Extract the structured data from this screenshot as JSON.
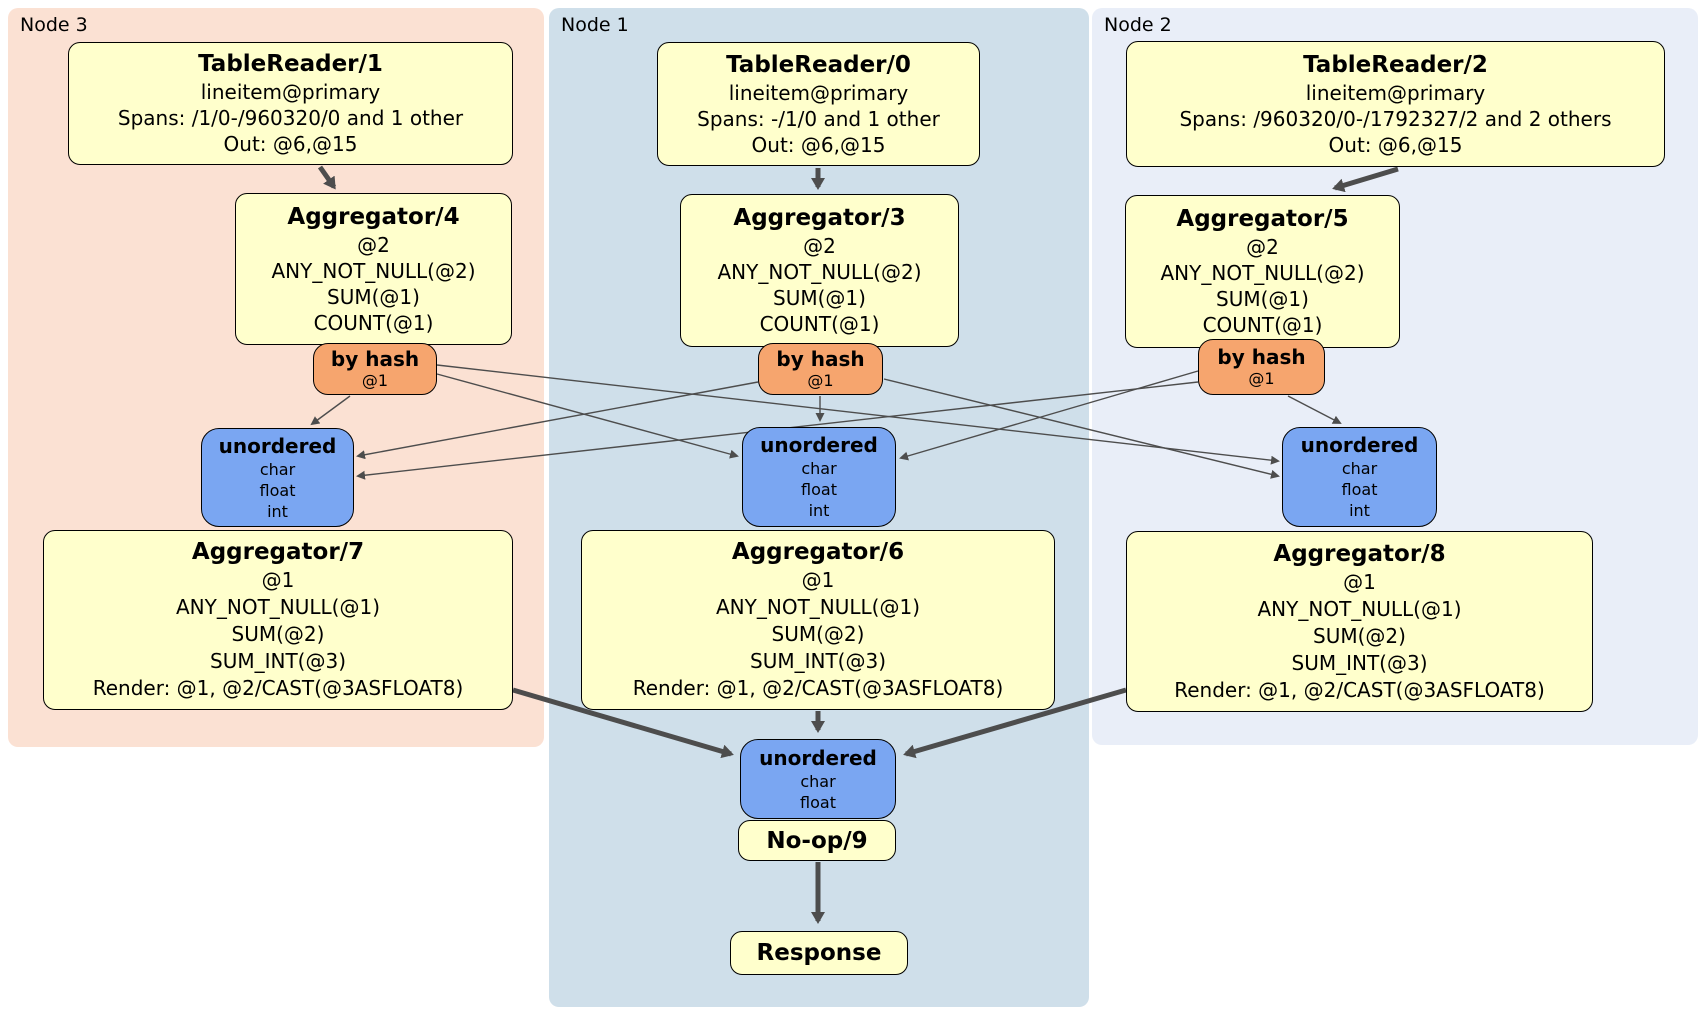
{
  "colors": {
    "processor_fill": "#ffffcc",
    "router_fill": "#f6a56e",
    "sync_fill": "#7aa6f2",
    "region_node3_fill": "#fbe1d3",
    "region_node1_fill": "#cfdfea",
    "region_node2_fill": "#e9eef8",
    "edge_color": "#4d4d4d",
    "border_color": "#000000"
  },
  "regions": {
    "node3": {
      "label": "Node 3"
    },
    "node1": {
      "label": "Node 1"
    },
    "node2": {
      "label": "Node 2"
    }
  },
  "processors": {
    "tr1": {
      "title": "TableReader/1",
      "index": "lineitem@primary",
      "spans": "Spans: /1/0-/960320/0 and 1 other",
      "out": "Out: @6,@15"
    },
    "tr0": {
      "title": "TableReader/0",
      "index": "lineitem@primary",
      "spans": "Spans: -/1/0 and 1 other",
      "out": "Out: @6,@15"
    },
    "tr2": {
      "title": "TableReader/2",
      "index": "lineitem@primary",
      "spans": "Spans: /960320/0-/1792327/2 and 2 others",
      "out": "Out: @6,@15"
    },
    "agg4": {
      "title": "Aggregator/4",
      "group": "@2",
      "fns": [
        "ANY_NOT_NULL(@2)",
        "SUM(@1)",
        "COUNT(@1)"
      ]
    },
    "agg3": {
      "title": "Aggregator/3",
      "group": "@2",
      "fns": [
        "ANY_NOT_NULL(@2)",
        "SUM(@1)",
        "COUNT(@1)"
      ]
    },
    "agg5": {
      "title": "Aggregator/5",
      "group": "@2",
      "fns": [
        "ANY_NOT_NULL(@2)",
        "SUM(@1)",
        "COUNT(@1)"
      ]
    },
    "agg7": {
      "title": "Aggregator/7",
      "group": "@1",
      "fns": [
        "ANY_NOT_NULL(@1)",
        "SUM(@2)",
        "SUM_INT(@3)"
      ],
      "render": "Render: @1, @2/CAST(@3ASFLOAT8)"
    },
    "agg6": {
      "title": "Aggregator/6",
      "group": "@1",
      "fns": [
        "ANY_NOT_NULL(@1)",
        "SUM(@2)",
        "SUM_INT(@3)"
      ],
      "render": "Render: @1, @2/CAST(@3ASFLOAT8)"
    },
    "agg8": {
      "title": "Aggregator/8",
      "group": "@1",
      "fns": [
        "ANY_NOT_NULL(@1)",
        "SUM(@2)",
        "SUM_INT(@3)"
      ],
      "render": "Render: @1, @2/CAST(@3ASFLOAT8)"
    },
    "noop": {
      "title": "No-op/9"
    },
    "response": {
      "title": "Response"
    }
  },
  "routers": {
    "left": {
      "title": "by hash",
      "detail": "@1"
    },
    "middle": {
      "title": "by hash",
      "detail": "@1"
    },
    "right": {
      "title": "by hash",
      "detail": "@1"
    }
  },
  "streams": {
    "left": {
      "title": "unordered",
      "columns": [
        "char",
        "float",
        "int"
      ]
    },
    "middle": {
      "title": "unordered",
      "columns": [
        "char",
        "float",
        "int"
      ]
    },
    "right": {
      "title": "unordered",
      "columns": [
        "char",
        "float",
        "int"
      ]
    },
    "final": {
      "title": "unordered",
      "columns": [
        "char",
        "float"
      ]
    }
  }
}
